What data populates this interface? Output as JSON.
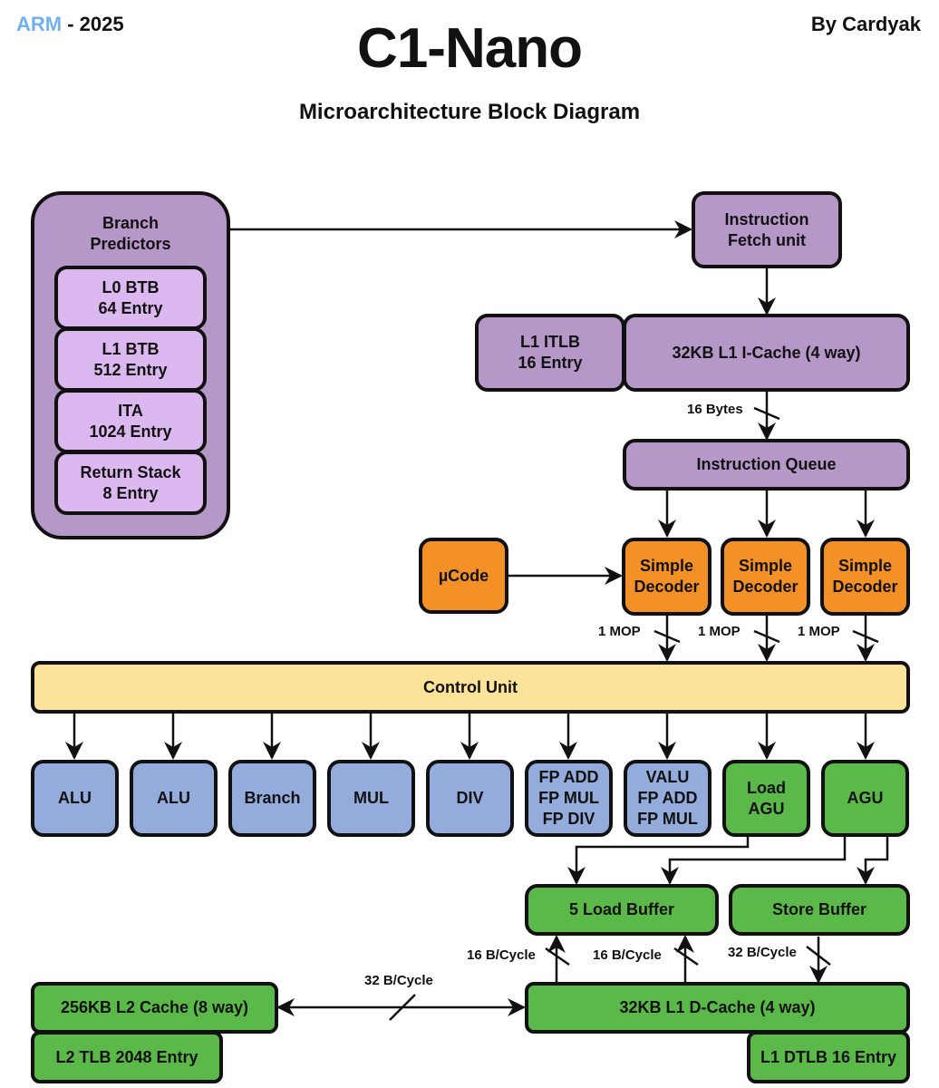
{
  "header": {
    "brand": "ARM",
    "year_suffix": " - 2025",
    "author": "By Cardyak",
    "title": "C1-Nano",
    "subtitle": "Microarchitecture Block Diagram"
  },
  "front_end": {
    "branch_predictors": {
      "title": "Branch\nPredictors",
      "items": [
        {
          "label": "L0 BTB\n64 Entry"
        },
        {
          "label": "L1 BTB\n512 Entry"
        },
        {
          "label": "ITA\n1024 Entry"
        },
        {
          "label": "Return Stack\n8 Entry"
        }
      ]
    },
    "fetch_unit": "Instruction\nFetch unit",
    "itlb": "L1 ITLB\n16 Entry",
    "icache": "32KB L1 I-Cache (4 way)",
    "icache_to_queue_width": "16 Bytes",
    "instruction_queue": "Instruction Queue",
    "ucode": "µCode",
    "decoders": [
      {
        "label": "Simple\nDecoder",
        "output": "1 MOP"
      },
      {
        "label": "Simple\nDecoder",
        "output": "1 MOP"
      },
      {
        "label": "Simple\nDecoder",
        "output": "1 MOP"
      }
    ]
  },
  "control_unit": "Control Unit",
  "execution_units": [
    {
      "label": "ALU",
      "type": "integer"
    },
    {
      "label": "ALU",
      "type": "integer"
    },
    {
      "label": "Branch",
      "type": "integer"
    },
    {
      "label": "MUL",
      "type": "integer"
    },
    {
      "label": "DIV",
      "type": "integer"
    },
    {
      "label": "FP ADD\nFP MUL\nFP DIV",
      "type": "fp"
    },
    {
      "label": "VALU\nFP ADD\nFP MUL",
      "type": "fp"
    },
    {
      "label": "Load\nAGU",
      "type": "memory"
    },
    {
      "label": "AGU",
      "type": "memory"
    }
  ],
  "memory": {
    "load_buffer": "5 Load Buffer",
    "store_buffer": "Store Buffer",
    "dcache_to_load_widths": [
      "16 B/Cycle",
      "16 B/Cycle"
    ],
    "store_to_dcache_width": "32 B/Cycle",
    "l2_l1_width": "32 B/Cycle",
    "l2_cache": "256KB L2 Cache (8 way)",
    "l2_tlb": "L2 TLB 2048 Entry",
    "l1_dcache": "32KB L1 D-Cache (4 way)",
    "l1_dtlb": "L1 DTLB 16 Entry"
  },
  "colors": {
    "brand": "#6fb2ee",
    "front_end": "#b597c8",
    "branch_entries": "#dcb8f0",
    "decode": "#f39126",
    "control": "#fbe39a",
    "execution": "#94acdc",
    "memory": "#5bb94a"
  }
}
